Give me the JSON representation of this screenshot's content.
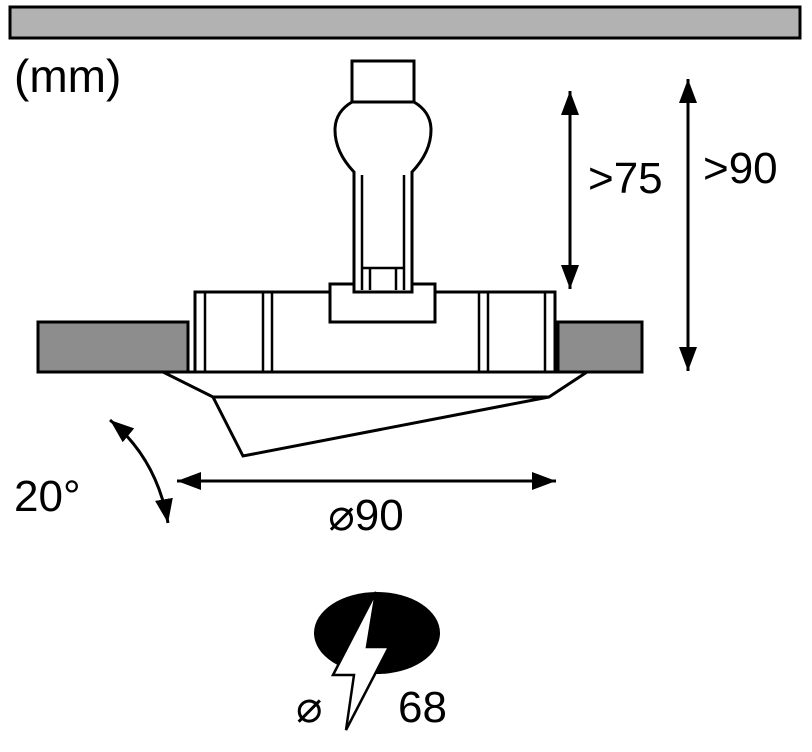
{
  "labels": {
    "units": "(mm)",
    "recess_depth_min": ">75",
    "install_height_min": ">90",
    "outer_diameter": "⌀90",
    "tilt_angle": "20°",
    "cutout_prefix": "⌀",
    "cutout_value": "68"
  },
  "colors": {
    "background": "#ffffff",
    "line": "#000000",
    "ceiling_bar": "#b2b2b2",
    "ceiling_cut": "#8d8d8d",
    "hole_symbol": "#000000"
  }
}
